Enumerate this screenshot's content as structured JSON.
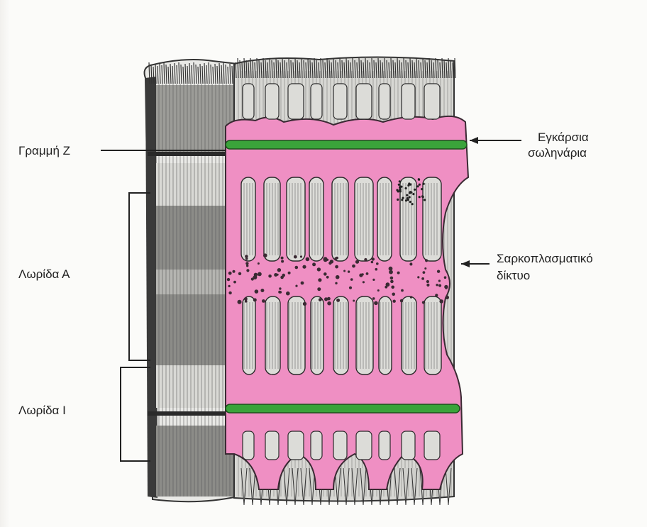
{
  "labels": {
    "z_line": "Γραμμή Ζ",
    "a_band": "Λωρίδα Α",
    "i_band": "Λωρίδα Ι",
    "t_tubules_line1": "Εγκάρσια",
    "t_tubules_line2": "σωληνάρια",
    "sr_line1": "Σαρκοπλασματικό",
    "sr_line2": "δίκτυο"
  },
  "colors": {
    "reticulum": "#ef8fc3",
    "tubule": "#3aa33a",
    "ink": "#2a2a2a",
    "background": "#fbfbf9"
  }
}
